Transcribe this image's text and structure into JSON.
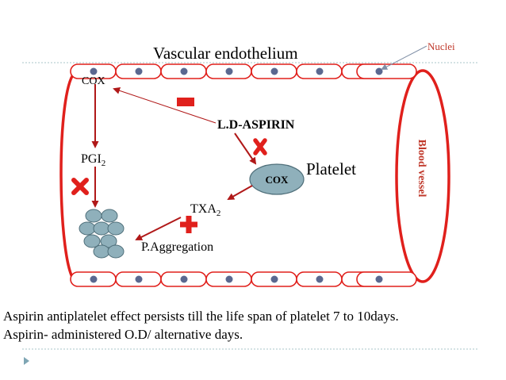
{
  "labels": {
    "vascular_endothelium": "Vascular endothelium",
    "nuclei": "Nuclei",
    "cox_endothelial": "COX",
    "ld_aspirin": "L.D-ASPIRIN",
    "pgi": "PGI",
    "pgi_sub": "2",
    "platelet": "Platelet",
    "cox_platelet": "COX",
    "txa": "TXA",
    "txa_sub": "2",
    "aggregation": "P.Aggregation",
    "blood_vessel": "Blood vessel"
  },
  "captions": [
    "Aspirin antiplatelet effect persists till the life span of platelet 7 to 10days.",
    "Aspirin- administered O.D/ alternative days."
  ],
  "colors": {
    "vessel_red": "#e0201c",
    "arrow_red": "#b01818",
    "nucleus": "#5a6890",
    "platelet_fill": "#8fb0bb",
    "cox_fill": "#8fb0bb",
    "nuclei_label": "#c0392b",
    "divider": "#a8c4c8",
    "bullet": "#7fa6b4"
  },
  "icons": {
    "inhibit_cross": "x-mark-icon",
    "stimulate_plus": "plus-icon",
    "inhibit_minus": "minus-icon"
  }
}
